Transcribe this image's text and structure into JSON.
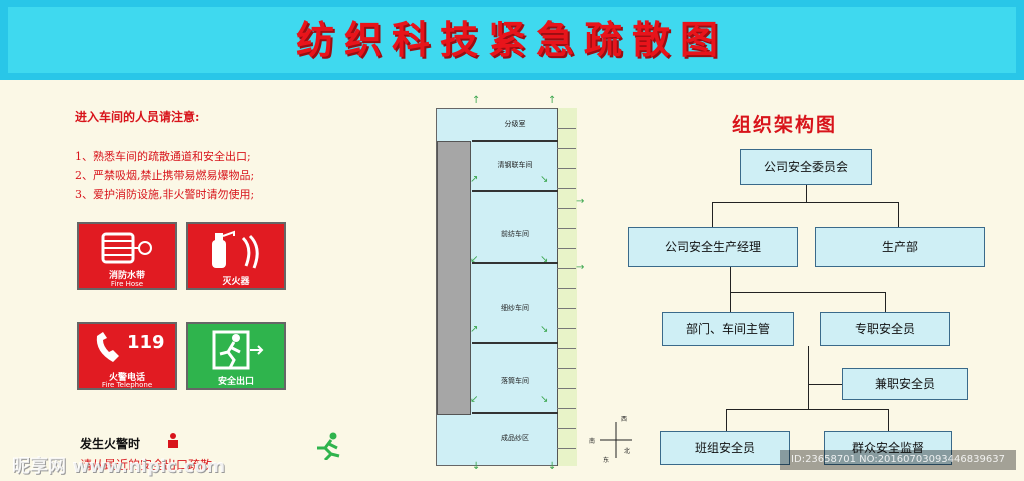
{
  "header": {
    "title": "纺织科技紧急疏散图"
  },
  "notice": {
    "title": "进入车间的人员请注意:",
    "rules": [
      "1、熟悉车间的疏散通道和安全出口;",
      "2、严禁吸烟,禁止携带易燃易爆物品;",
      "3、爱护消防设施,非火警时请勿使用;"
    ]
  },
  "signs": {
    "hose": {
      "cn": "消防水带",
      "en": "Fire Hose"
    },
    "extinguisher": {
      "cn": "灭火器"
    },
    "phone": {
      "number": "119",
      "cn": "火警电话",
      "en": "Fire Telephone"
    },
    "exit": {
      "cn": "安全出口"
    }
  },
  "warning": {
    "title": "发生火警时",
    "line": "请从最近的安全出口疏散"
  },
  "floorplan": {
    "rooms": [
      "分级室",
      "清钢联车间",
      "前纺车间",
      "细纱车间",
      "落筒车间",
      "成品纱区"
    ],
    "compass": {
      "north": "北",
      "south": "南",
      "east": "东",
      "west": "西"
    }
  },
  "org": {
    "title": "组织架构图",
    "top": "公司安全委员会",
    "level2": [
      "公司安全生产经理",
      "生产部"
    ],
    "level3": [
      "部门、车间主管",
      "专职安全员"
    ],
    "part_time": "兼职安全员",
    "level4": [
      "班组安全员",
      "群众安全监督"
    ]
  },
  "watermark": {
    "logo": "昵享网 www.nipic.com",
    "id": "ID:23658701 NO:20160703093446839637"
  },
  "colors": {
    "header": "#29c6e8",
    "title_red": "#e8141b",
    "sign_red": "#e11b22",
    "sign_green": "#2fb44d"
  }
}
